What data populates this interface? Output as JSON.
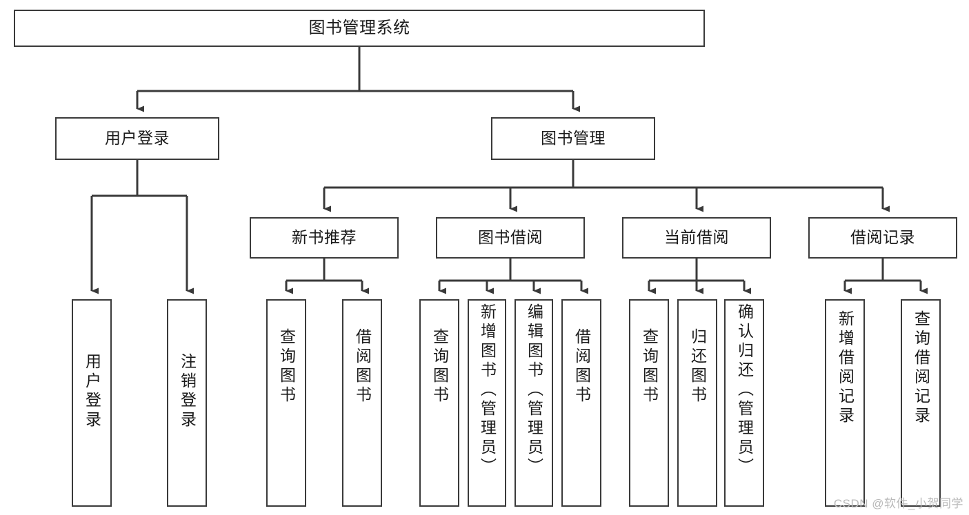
{
  "diagram": {
    "title": "图书管理系统",
    "type": "tree-hierarchy",
    "orientation": "top-down",
    "colors": {
      "stroke": "#3a3a3a",
      "fill": "#ffffff",
      "text": "#1b1b1b",
      "watermark": "#b9b9b9"
    }
  },
  "root": {
    "label": "图书管理系统"
  },
  "level2": [
    {
      "label": "用户登录"
    },
    {
      "label": "图书管理"
    }
  ],
  "level3": [
    {
      "label": "新书推荐"
    },
    {
      "label": "图书借阅"
    },
    {
      "label": "当前借阅"
    },
    {
      "label": "借阅记录"
    }
  ],
  "leaves": {
    "user_login": [
      {
        "label": "用户登录"
      },
      {
        "label": "注销登录"
      }
    ],
    "new_book_recommend": [
      {
        "label": "查询图书"
      },
      {
        "label": "借阅图书"
      }
    ],
    "book_borrow": [
      {
        "label": "查询图书"
      },
      {
        "label": "新增图书（管理员）"
      },
      {
        "label": "编辑图书（管理员）"
      },
      {
        "label": "借阅图书"
      }
    ],
    "current_borrow": [
      {
        "label": "查询图书"
      },
      {
        "label": "归还图书"
      },
      {
        "label": "确认归还（管理员）"
      }
    ],
    "borrow_record": [
      {
        "label": "新增借阅记录"
      },
      {
        "label": "查询借阅记录"
      }
    ]
  },
  "watermark": {
    "text": "CSDN @软件_小贺同学"
  }
}
